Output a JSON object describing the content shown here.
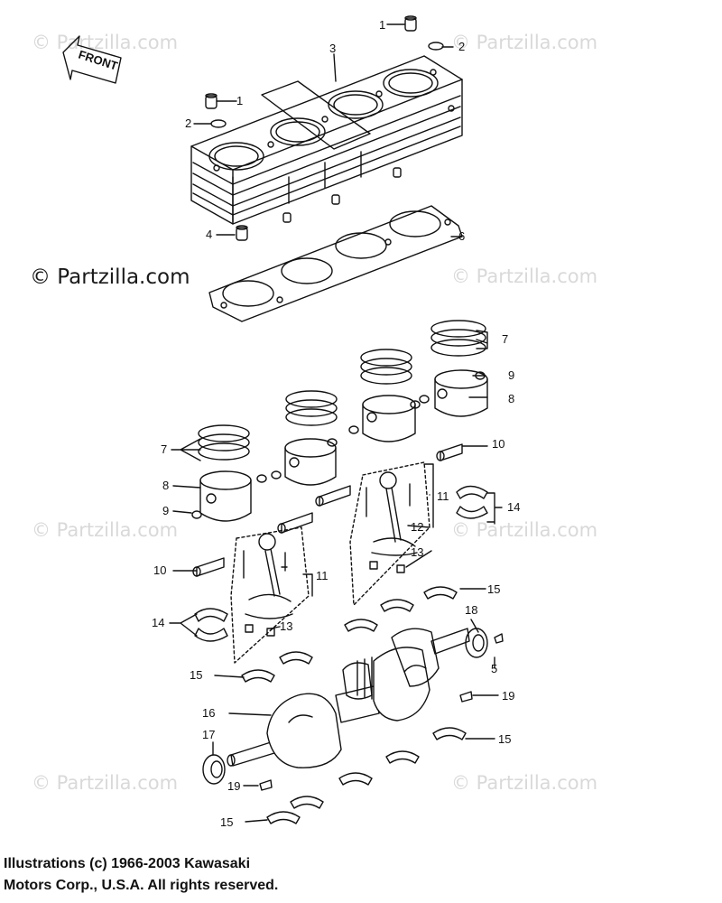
{
  "watermark": {
    "text": "© Partzilla.com",
    "strong_text": "© Partzilla.com"
  },
  "front_label": "FRONT",
  "callouts": [
    "1",
    "2",
    "3",
    "1",
    "2",
    "4",
    "6",
    "7",
    "9",
    "8",
    "10",
    "7",
    "8",
    "9",
    "11",
    "12",
    "14",
    "13",
    "10",
    "11",
    "14",
    "13",
    "15",
    "18",
    "5",
    "15",
    "19",
    "16",
    "17",
    "15",
    "19",
    "15"
  ],
  "copyright": {
    "line1": "Illustrations (c) 1966-2003 Kawasaki",
    "line2": "Motors Corp., U.S.A.  All rights reserved."
  },
  "colors": {
    "ink": "#111111",
    "watermark": "#d9d9d9",
    "background": "#ffffff"
  }
}
